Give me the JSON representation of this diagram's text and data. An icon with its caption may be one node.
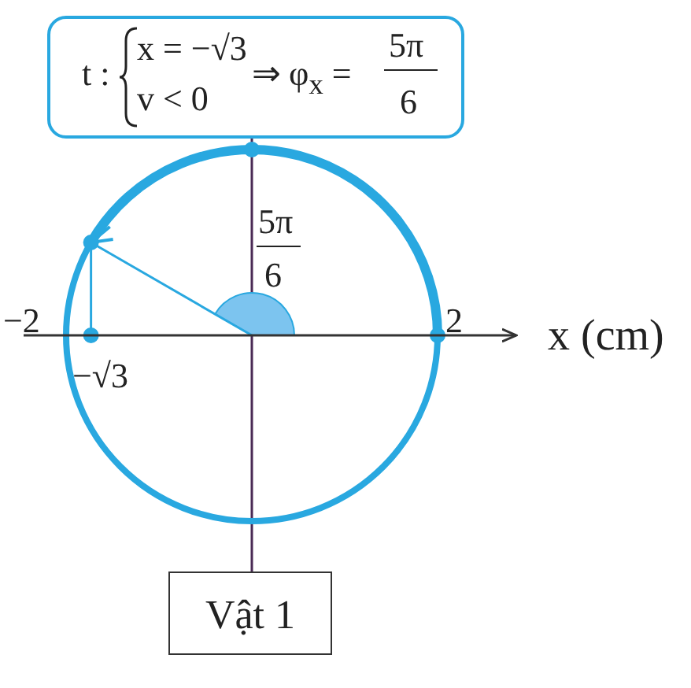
{
  "diagram": {
    "nodes": [
      {
        "text": [
          "t :",
          "x = −√3",
          "v < 0",
          "⇒ φ$_{x}$ =",
          "5π",
          "6"
        ]
      },
      {
        "text": [
          "Vật 1"
        ]
      }
    ],
    "edges": [
      {
        "from": 0,
        "to": 1,
        "arrow": "none"
      }
    ],
    "labels": [
      "5π",
      "6",
      "−2",
      "2",
      "−√3",
      "x (cm)"
    ]
  }
}
